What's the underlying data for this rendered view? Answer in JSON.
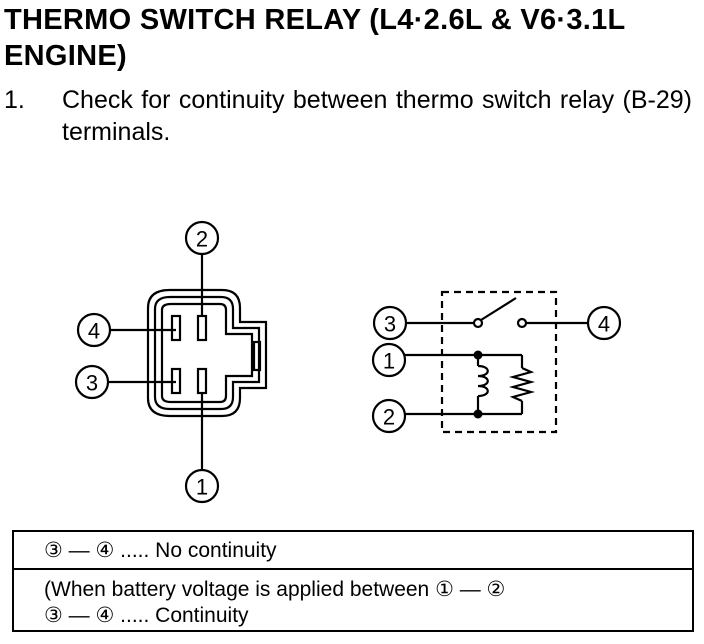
{
  "heading": {
    "title": "THERMO SWITCH RELAY (L4·2.6L & V6·3.1L ENGINE)"
  },
  "instruction": {
    "number": "1.",
    "text": "Check for continuity between thermo switch relay (B-29) terminals."
  },
  "diagram": {
    "connector_terminals": {
      "top": "2",
      "left_upper": "4",
      "left_lower": "3",
      "bottom": "1"
    },
    "schematic_terminals": {
      "switch_left": "3",
      "switch_right": "4",
      "coil_top": "1",
      "coil_bottom": "2"
    }
  },
  "table": {
    "row1": "③ — ④ ..... No continuity",
    "row2_line1": "(When battery voltage is applied between ① — ②",
    "row2_line2": "③ — ④ ..... Continuity"
  }
}
